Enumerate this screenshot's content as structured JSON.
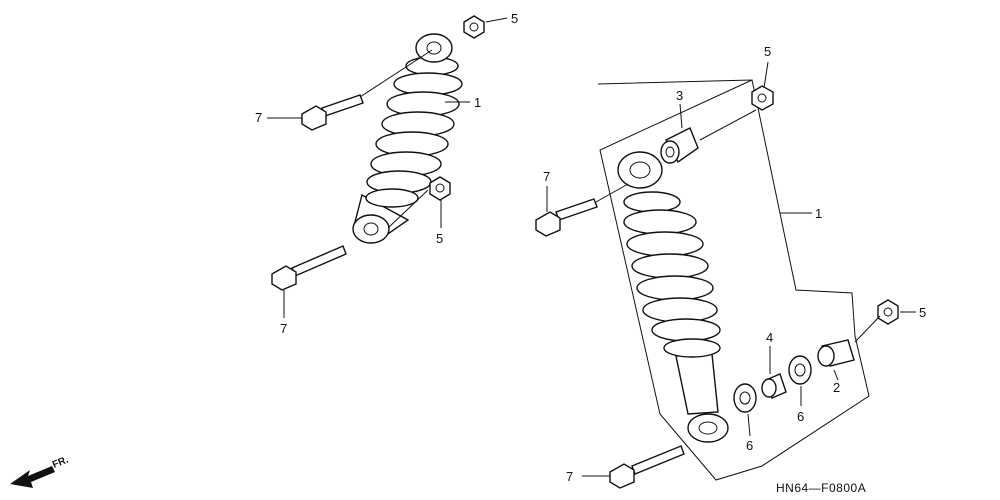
{
  "callouts": {
    "left_shock": "1",
    "left_top_nut": "5",
    "left_upper_bolt": "7",
    "left_lower_nut": "5",
    "left_lower_bolt": "7",
    "right_top_nut": "5",
    "right_bushing": "3",
    "right_upper_bolt": "7",
    "right_shock": "1",
    "right_side_nut": "5",
    "right_collar_a": "4",
    "right_collar_b": "2",
    "right_seal_a": "6",
    "right_seal_b": "6",
    "right_lower_bolt": "7"
  },
  "drawing_code": "HN64—F0800A",
  "direction_label": "FR."
}
